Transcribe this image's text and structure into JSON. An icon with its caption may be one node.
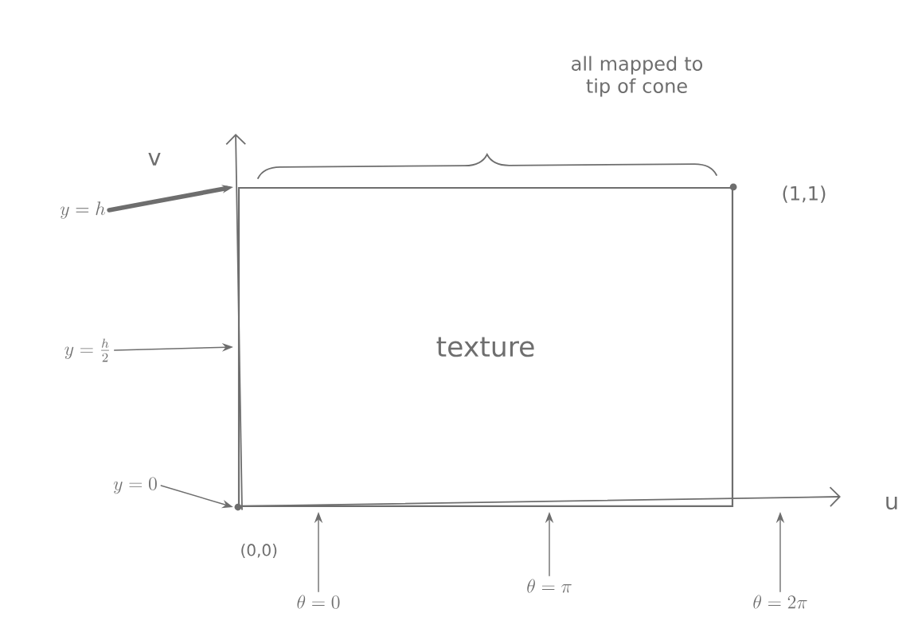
{
  "diagram": {
    "nodes": [
      {
        "text": [
          "texture"
        ]
      },
      {
        "text": [
          "y = h"
        ]
      },
      {
        "text": [
          "y = \\frac{h}{2}"
        ]
      },
      {
        "text": [
          "y = 0"
        ]
      },
      {
        "text": [
          "\\theta = 0"
        ]
      },
      {
        "text": [
          "\\theta = \\pi"
        ]
      },
      {
        "text": [
          "\\theta = 2\\pi"
        ]
      }
    ],
    "edges": [
      {
        "from": 1,
        "to": 0,
        "arrow": "to",
        "style": "thick"
      },
      {
        "from": 2,
        "to": 0,
        "arrow": "to"
      },
      {
        "from": 3,
        "to": 0,
        "arrow": "to"
      },
      {
        "from": 4,
        "to": 0,
        "arrow": "to"
      },
      {
        "from": 5,
        "to": 0,
        "arrow": "to"
      },
      {
        "from": 6,
        "to": 0,
        "arrow": "to"
      }
    ],
    "labels": [
      "all mapped to tip of cone",
      "v",
      "(1,1)",
      "(0,0)",
      "u"
    ]
  }
}
